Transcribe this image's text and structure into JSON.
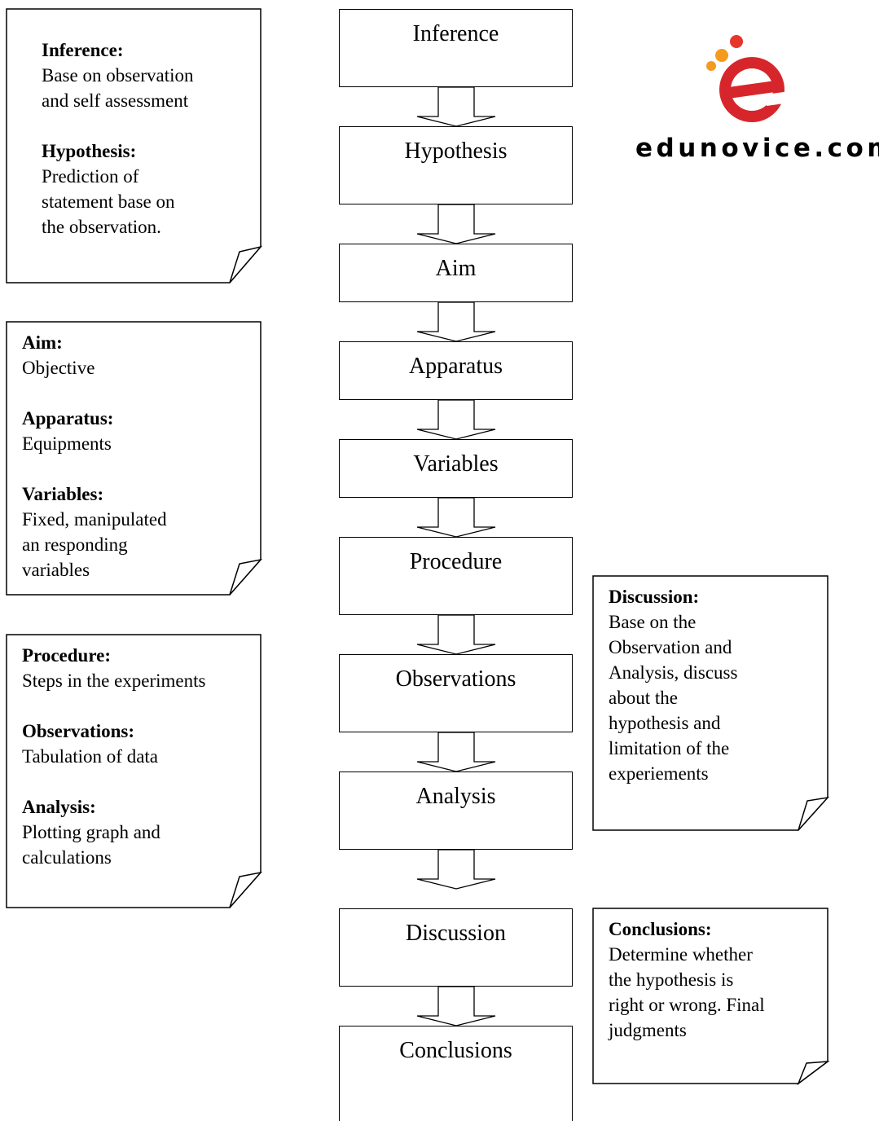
{
  "logo": {
    "text": "edunovice.com",
    "colors": {
      "ring": "#d7262b",
      "dot_red": "#e8352a",
      "dot_orange": "#f39a1f"
    }
  },
  "steps": [
    "Inference",
    "Hypothesis",
    "Aim",
    "Apparatus",
    "Variables",
    "Procedure",
    "Observations",
    "Analysis",
    "Discussion",
    "Conclusions"
  ],
  "notes": {
    "inference_hypothesis": {
      "inference_heading": "Inference:",
      "inference_lines": [
        "Base on observation",
        "and self assessment"
      ],
      "hypothesis_heading": "Hypothesis:",
      "hypothesis_lines": [
        "Prediction of",
        "statement base on",
        "the observation."
      ]
    },
    "aim_apparatus_variables": {
      "aim_heading": "Aim:",
      "aim_lines": [
        "Objective"
      ],
      "apparatus_heading": "Apparatus:",
      "apparatus_lines": [
        "Equipments"
      ],
      "variables_heading": "Variables:",
      "variables_lines": [
        "Fixed, manipulated",
        "an responding",
        "variables"
      ]
    },
    "procedure_observations_analysis": {
      "procedure_heading": "Procedure:",
      "procedure_lines": [
        "Steps in the experiments"
      ],
      "observations_heading": "Observations:",
      "observations_lines": [
        "Tabulation of data"
      ],
      "analysis_heading": "Analysis:",
      "analysis_lines": [
        "Plotting graph and",
        "calculations"
      ]
    },
    "discussion": {
      "heading": "Discussion:",
      "lines": [
        "Base on the",
        "Observation and",
        "Analysis, discuss",
        "about the",
        "hypothesis and",
        "limitation of the",
        "experiements"
      ]
    },
    "conclusions": {
      "heading": "Conclusions:",
      "lines": [
        "Determine whether",
        "the hypothesis is",
        "right or wrong. Final",
        "judgments"
      ]
    }
  }
}
